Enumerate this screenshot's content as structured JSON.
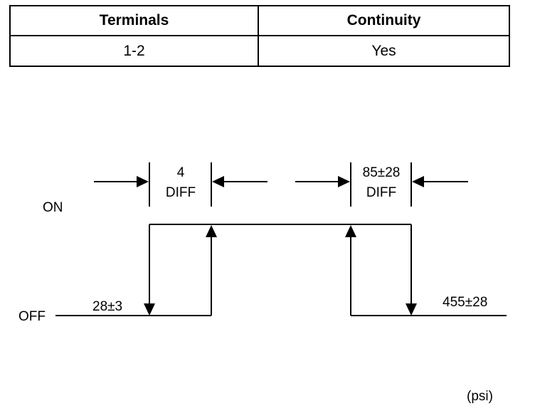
{
  "table": {
    "headers": [
      "Terminals",
      "Continuity"
    ],
    "rows": [
      [
        "1-2",
        "Yes"
      ]
    ]
  },
  "diagram": {
    "state_on": "ON",
    "state_off": "OFF",
    "diff_left_value": "4",
    "diff_left_label": "DIFF",
    "diff_right_value": "85±28",
    "diff_right_label": "DIFF",
    "low_off_point": "28±3",
    "high_off_point": "455±28",
    "units": "(psi)"
  }
}
